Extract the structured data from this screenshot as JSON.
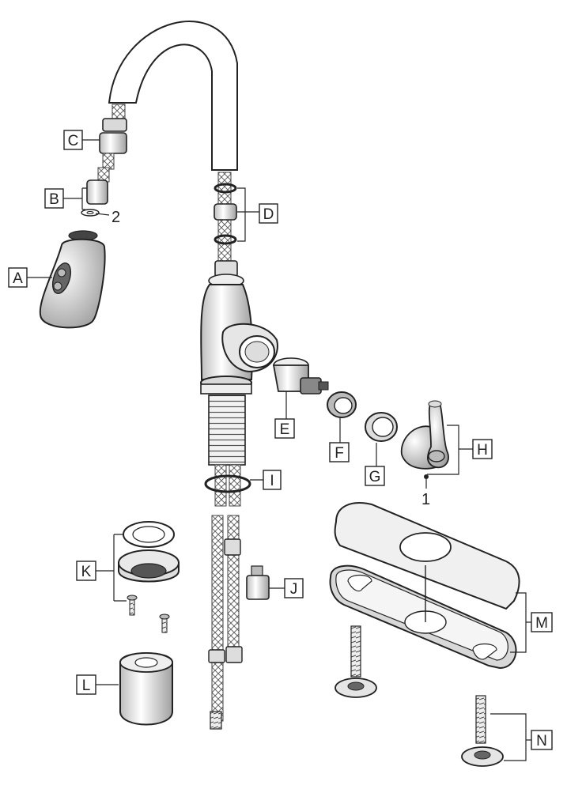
{
  "diagram": {
    "labels": {
      "A": "A",
      "B": "B",
      "C": "C",
      "D": "D",
      "E": "E",
      "F": "F",
      "G": "G",
      "H": "H",
      "I": "I",
      "J": "J",
      "K": "K",
      "L": "L",
      "M": "M",
      "N": "N"
    },
    "numbers": {
      "n1": "1",
      "n2": "2"
    }
  }
}
